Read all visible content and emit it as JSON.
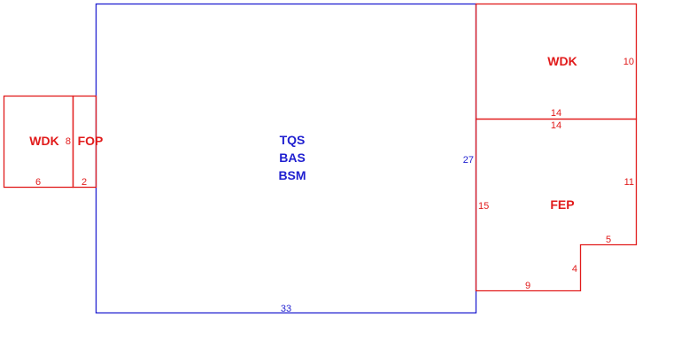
{
  "colors": {
    "main_structure": "#1f1fd0",
    "addition": "#e11b1b",
    "background": "#ffffff"
  },
  "main_area": {
    "labels": [
      "TQS",
      "BAS",
      "BSM"
    ],
    "dimensions": {
      "bottom": "33",
      "right": "27"
    }
  },
  "wdk_right": {
    "label": "WDK",
    "dimensions": {
      "right": "10",
      "bottom": "14"
    }
  },
  "fep": {
    "label": "FEP",
    "dimensions": {
      "top": "14",
      "right": "11",
      "left": "15",
      "step_top": "5",
      "step_side": "4",
      "bottom": "9"
    }
  },
  "wdk_left": {
    "label": "WDK",
    "dimensions": {
      "right": "8",
      "bottom": "6"
    }
  },
  "fop": {
    "label": "FOP",
    "dimensions": {
      "bottom": "2"
    }
  }
}
